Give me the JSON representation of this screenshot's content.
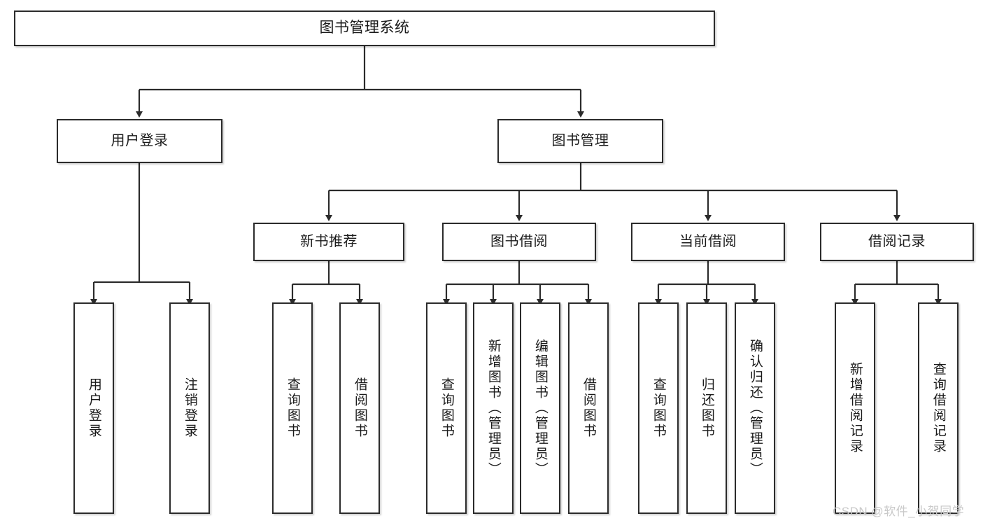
{
  "diagram": {
    "type": "tree",
    "title": "图书管理系统",
    "watermark": "CSDN @软件_小贺同学",
    "colors": {
      "box_border": "#2b2b2b",
      "box_fill": "#ffffff",
      "connector": "#2b2b2b",
      "text": "#1a1a1a",
      "watermark": "#c9c9c9"
    },
    "levels": {
      "root": {
        "label": "图书管理系统"
      },
      "level2": [
        {
          "label": "用户登录"
        },
        {
          "label": "图书管理"
        }
      ],
      "level3": [
        {
          "label": "新书推荐"
        },
        {
          "label": "图书借阅"
        },
        {
          "label": "当前借阅"
        },
        {
          "label": "借阅记录"
        }
      ]
    },
    "leaves": {
      "user_login": [
        {
          "label": "用户登录"
        },
        {
          "label": "注销登录"
        }
      ],
      "new_book_recommend": [
        {
          "label": "查询图书"
        },
        {
          "label": "借阅图书"
        }
      ],
      "book_borrow": [
        {
          "label": "查询图书"
        },
        {
          "label": "新增图书（管理员）"
        },
        {
          "label": "编辑图书（管理员）"
        },
        {
          "label": "借阅图书"
        }
      ],
      "current_borrow": [
        {
          "label": "查询图书"
        },
        {
          "label": "归还图书"
        },
        {
          "label": "确认归还（管理员）"
        }
      ],
      "borrow_record": [
        {
          "label": "新增借阅记录"
        },
        {
          "label": "查询借阅记录"
        }
      ]
    }
  }
}
